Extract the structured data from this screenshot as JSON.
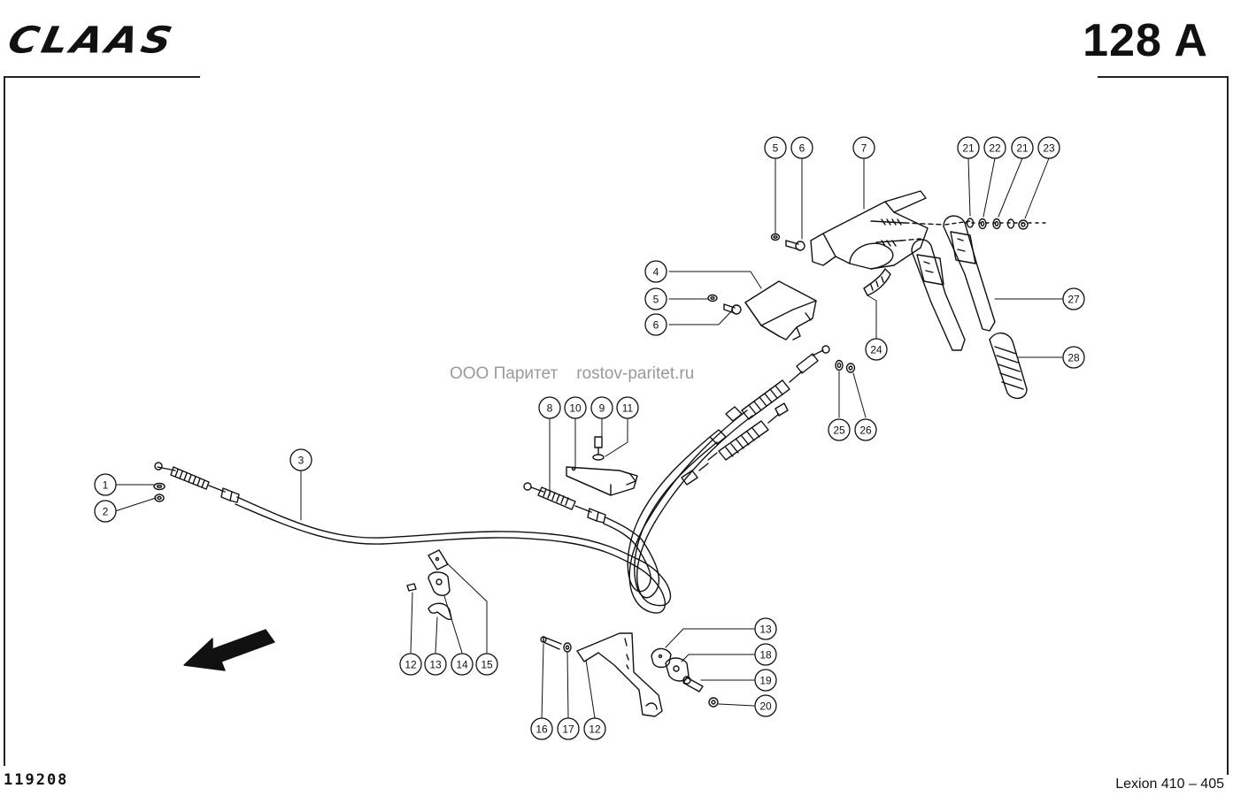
{
  "header": {
    "brand": "CLAAS",
    "sheet_number": "128 A"
  },
  "footer": {
    "drawing_number": "119208",
    "model": "Lexion 410 – 405"
  },
  "watermark": "ООО Паритет    rostov-paritet.ru",
  "callouts": [
    "1",
    "2",
    "3",
    "4",
    "5",
    "6",
    "5",
    "6",
    "7",
    "8",
    "10",
    "9",
    "11",
    "12",
    "13",
    "14",
    "15",
    "16",
    "17",
    "12",
    "13",
    "18",
    "19",
    "20",
    "21",
    "22",
    "21",
    "23",
    "24",
    "25",
    "26",
    "27",
    "28"
  ],
  "colors": {
    "ink": "#111111",
    "watermark": "#9a9a9a"
  }
}
